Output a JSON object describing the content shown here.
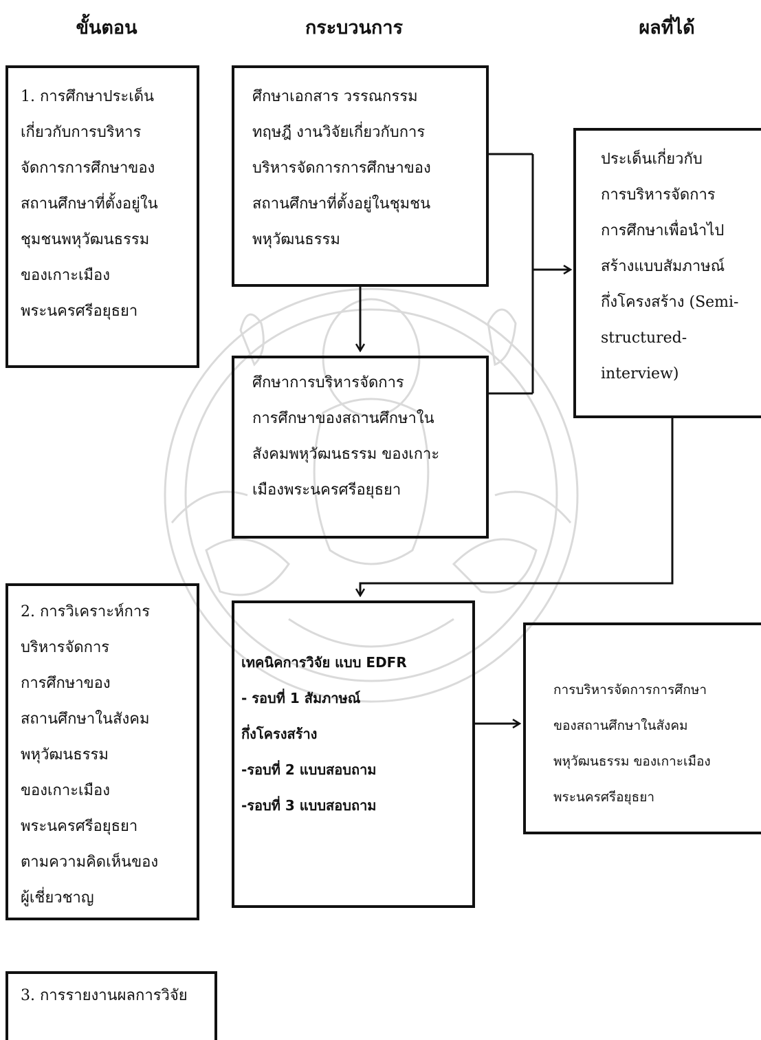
{
  "headers": {
    "steps": "ขั้นตอน",
    "process": "กระบวนการ",
    "results": "ผลที่ได้"
  },
  "boxes": {
    "step1": "1. การศึกษาประเด็น\nเกี่ยวกับการบริหาร\nจัดการการศึกษาของ\nสถานศึกษาที่ตั้งอยู่ใน\nชุมชนพหุวัฒนธรรม\nของเกาะเมือง\nพระนครศรีอยุธยา",
    "process1": "ศึกษาเอกสาร วรรณกรรม\nทฤษฎี งานวิจัยเกี่ยวกับการ\nบริหารจัดการการศึกษาของ\nสถานศึกษาที่ตั้งอยู่ในชุมชน\nพหุวัฒนธรรม",
    "result1": "ประเด็นเกี่ยวกับ\nการบริหารจัดการ\nการศึกษาเพื่อนำไป\nสร้างแบบสัมภาษณ์\nกึ่งโครงสร้าง (Semi-\nstructured-interview)",
    "process2": "ศึกษาการบริหารจัดการ\nการศึกษาของสถานศึกษาใน\nสังคมพหุวัฒนธรรม ของเกาะ\nเมืองพระนครศรีอยุธยา",
    "step2": "2. การวิเคราะห์การ\nบริหารจัดการ\nการศึกษาของ\nสถานศึกษาในสังคม\nพหุวัฒนธรรม\nของเกาะเมือง\nพระนครศรีอยุธยา\nตามความคิดเห็นของ\nผู้เชี่ยวชาญ",
    "process3": "เทคนิคการวิจัย แบบ EDFR\n- รอบที่ 1 สัมภาษณ์\n              กึ่งโครงสร้าง\n-รอบที่ 2 แบบสอบถาม\n-รอบที่ 3 แบบสอบถาม",
    "result2": "การบริหารจัดการการศึกษา\nของสถานศึกษาในสังคม\nพหุวัฒนธรรม ของเกาะเมือง\nพระนครศรีอยุธยา",
    "step3": "3. การรายงานผลการวิจัย"
  },
  "colors": {
    "line": "#111111",
    "watermark": "#bdbdbd"
  }
}
